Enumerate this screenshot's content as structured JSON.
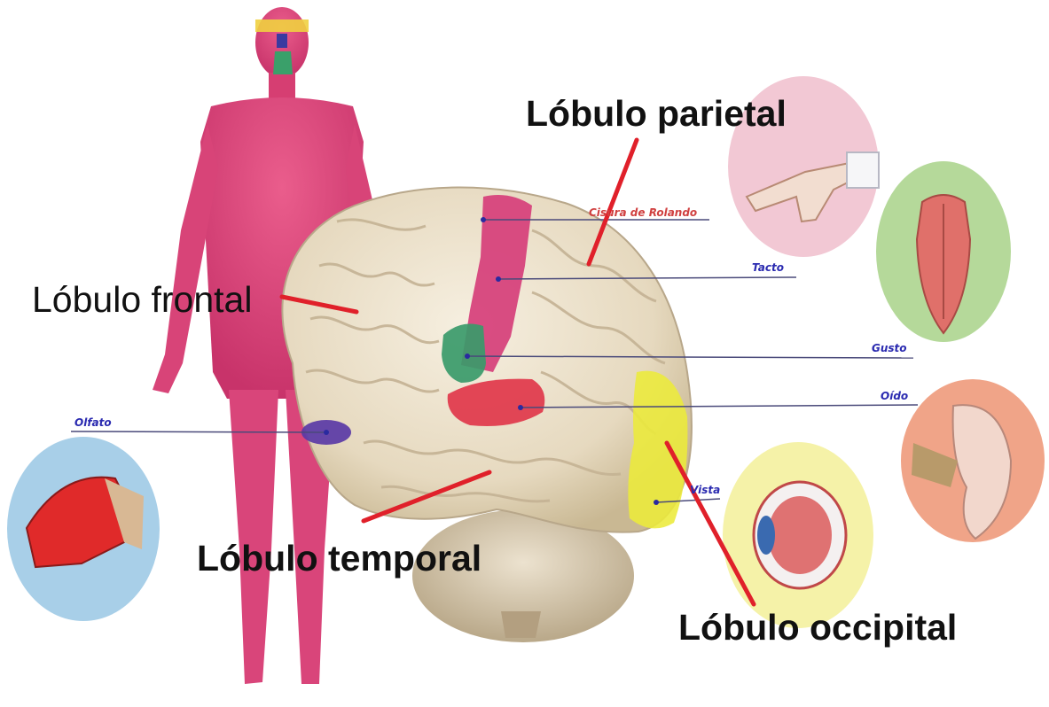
{
  "lobes": {
    "frontal": "Lóbulo frontal",
    "parietal": "Lóbulo parietal",
    "temporal": "Lóbulo temporal",
    "occipital": "Lóbulo occipital"
  },
  "senses": {
    "rolando": "Cisura de Rolando",
    "tacto": "Tacto",
    "gusto": "Gusto",
    "oido": "Oído",
    "olfato": "Olfato",
    "vista": "Vista"
  },
  "colors": {
    "body": "#e0457a",
    "frontal_area": "#ede3d0",
    "tacto_area": "#d63e7a",
    "gusto_area": "#3a9a6a",
    "oido_area": "#e03c4e",
    "olfato_area": "#5a3aa6",
    "vista_area": "#ecea3a",
    "pointer_line": "#e0202a",
    "sense_text": "#2a2ab0"
  }
}
